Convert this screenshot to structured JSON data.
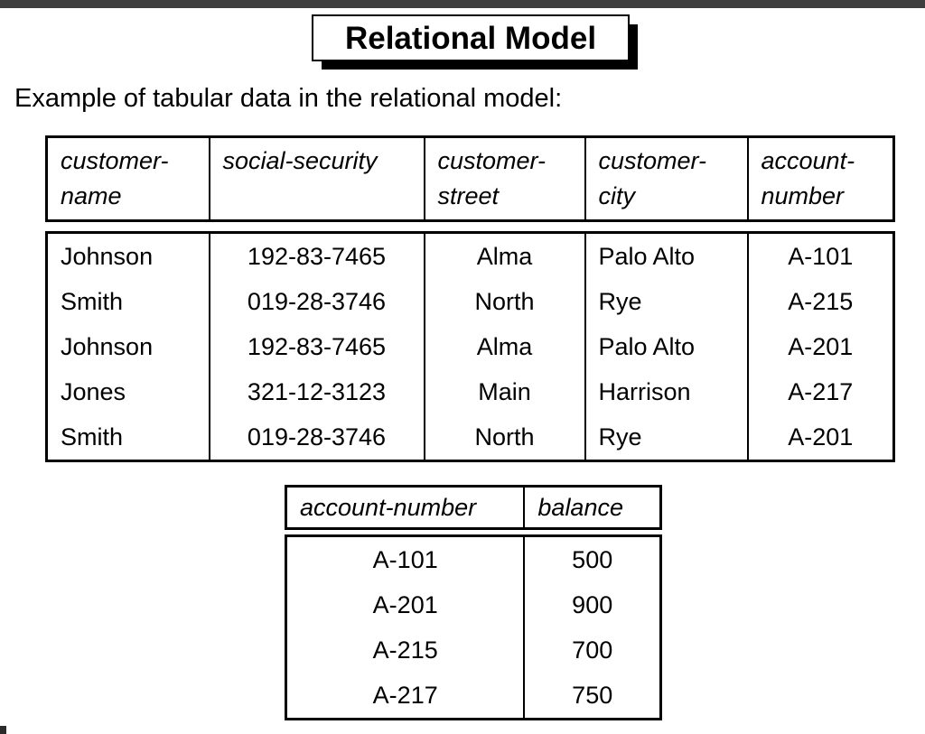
{
  "slide": {
    "title": "Relational Model",
    "intro": "Example of tabular data in the relational model:"
  },
  "customer_table": {
    "name": "customer-account table",
    "headers": [
      {
        "line1": "customer-",
        "line2": "name"
      },
      {
        "line1": "social-security",
        "line2": ""
      },
      {
        "line1": "customer-",
        "line2": "street"
      },
      {
        "line1": "customer-",
        "line2": "city"
      },
      {
        "line1": "account-",
        "line2": "number"
      }
    ],
    "rows": [
      {
        "customer_name": "Johnson",
        "social_security": "192-83-7465",
        "customer_street": "Alma",
        "customer_city": "Palo Alto",
        "account_number": "A-101"
      },
      {
        "customer_name": "Smith",
        "social_security": "019-28-3746",
        "customer_street": "North",
        "customer_city": "Rye",
        "account_number": "A-215"
      },
      {
        "customer_name": "Johnson",
        "social_security": "192-83-7465",
        "customer_street": "Alma",
        "customer_city": "Palo Alto",
        "account_number": "A-201"
      },
      {
        "customer_name": "Jones",
        "social_security": "321-12-3123",
        "customer_street": "Main",
        "customer_city": "Harrison",
        "account_number": "A-217"
      },
      {
        "customer_name": "Smith",
        "social_security": "019-28-3746",
        "customer_street": "North",
        "customer_city": "Rye",
        "account_number": "A-201"
      }
    ]
  },
  "account_table": {
    "name": "account-balance table",
    "headers": [
      {
        "line1": "account-number"
      },
      {
        "line1": "balance"
      }
    ],
    "rows": [
      {
        "account_number": "A-101",
        "balance": "500"
      },
      {
        "account_number": "A-201",
        "balance": "900"
      },
      {
        "account_number": "A-215",
        "balance": "700"
      },
      {
        "account_number": "A-217",
        "balance": "750"
      }
    ]
  },
  "colors": {
    "top_strip": "#3f3f3f",
    "text": "#000000",
    "background": "#ffffff",
    "border": "#000000"
  }
}
